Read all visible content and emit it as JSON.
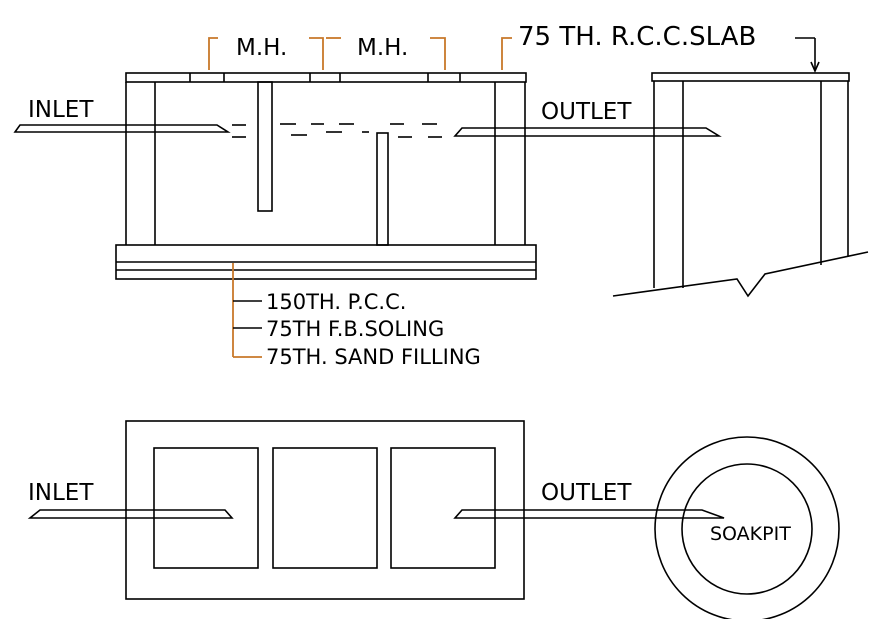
{
  "section_view": {
    "inlet_label": "INLET",
    "outlet_label": "OUTLET",
    "manhole_label_1": "M.H.",
    "manhole_label_2": "M.H.",
    "slab_label": "75 TH. R.C.C.SLAB",
    "base_layers": {
      "pcc": "150TH. P.C.C.",
      "soling": "75TH F.B.SOLING",
      "sand": "75TH. SAND FILLING"
    }
  },
  "plan_view": {
    "inlet_label": "INLET",
    "outlet_label": "OUTLET",
    "soakpit_label": "SOAKPIT"
  },
  "colors": {
    "line": "#000000",
    "leader": "#c8782a",
    "background": "#ffffff"
  }
}
